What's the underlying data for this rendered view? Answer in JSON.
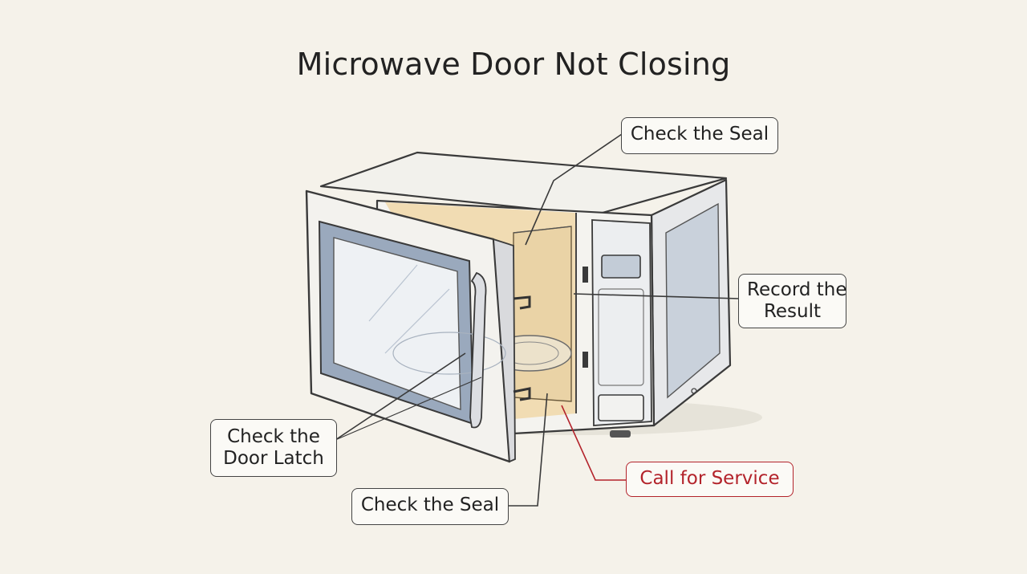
{
  "title": "Microwave Door Not Closing",
  "callouts": {
    "seal_top": "Check the Seal",
    "record_line1": "Record the",
    "record_line2": "Result",
    "latch_line1": "Check the",
    "latch_line2": "Door Latch",
    "seal_bottom": "Check the Seal",
    "service": "Call for Service"
  },
  "colors": {
    "background": "#f5f2ea",
    "line": "#3a3a3a",
    "alert": "#b3232b",
    "glass": "#8e9fb5",
    "cavity_tint": "#e8b86a"
  }
}
